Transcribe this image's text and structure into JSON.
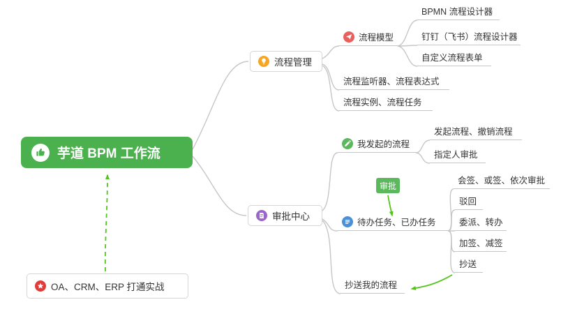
{
  "root": {
    "label": "芋道 BPM 工作流"
  },
  "nodes": {
    "practice": "OA、CRM、ERP 打通实战",
    "process_mgmt": "流程管理",
    "process_model": "流程模型",
    "bpmn_designer": "BPMN 流程设计器",
    "dingtalk_designer": "钉钉（飞书）流程设计器",
    "custom_form": "自定义流程表单",
    "listener_expr": "流程监听器、流程表达式",
    "instance_task": "流程实例、流程任务",
    "approval_center": "审批中心",
    "my_initiated": "我发起的流程",
    "initiate_cancel": "发起流程、撤销流程",
    "assignee_approval": "指定人审批",
    "todo_done": "待办任务、已办任务",
    "countersign": "会签、或签、依次审批",
    "reject": "驳回",
    "delegate_transfer": "委派、转办",
    "addsign_subsign": "加签、减签",
    "cc": "抄送",
    "cc_my_flow": "抄送我的流程",
    "approval_tag": "审批"
  },
  "colors": {
    "root-green": "#4bb14e",
    "tag-green": "#5cb85c",
    "arrow-green": "#52c41a",
    "line": "#c6c6c6",
    "text": "#333333",
    "icon-orange": "#f5a623",
    "icon-red": "#e9605c",
    "icon-purple": "#9a67c9",
    "icon-green": "#5cb85c",
    "icon-blue": "#4a90d9",
    "icon-star": "#e23c39"
  }
}
